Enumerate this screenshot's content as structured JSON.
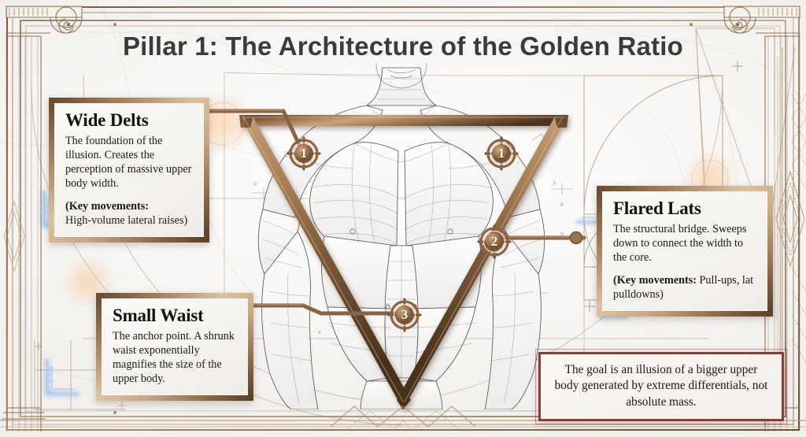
{
  "header": {
    "title": "Pillar 1: The Architecture of the Golden Ratio"
  },
  "callouts": [
    {
      "id": "delts",
      "title": "Wide Delts",
      "body": "The foundation of the illusion. Creates the perception of massive upper body width.",
      "key_label": "(Key movements:",
      "key_value": "High-volume lateral raises)"
    },
    {
      "id": "lats",
      "title": "Flared Lats",
      "body": "The structural bridge. Sweeps down to connect the width to the core.",
      "key_label": "(Key movements:",
      "key_value": "Pull-ups, lat pulldowns)"
    },
    {
      "id": "waist",
      "title": "Small Waist",
      "body": "The anchor point. A shrunk waist exponentially magnifies the size of the upper body.",
      "key_label": "",
      "key_value": ""
    }
  ],
  "markers": [
    {
      "label": "1",
      "name": "marker-left-delt"
    },
    {
      "label": "1",
      "name": "marker-right-delt"
    },
    {
      "label": "2",
      "name": "marker-lat"
    },
    {
      "label": "3",
      "name": "marker-waist"
    }
  ],
  "conclusion": {
    "text": "The goal is an illusion of a bigger upper body generated by extreme differentials, not absolute mass."
  },
  "colors": {
    "bronze_dark": "#6b4d33",
    "bronze_mid": "#9a7450",
    "bronze_light": "#dcc2a0",
    "accent_red": "#8d3b35",
    "glow_blue": "#4f8fd6",
    "ink": "#1a1714",
    "title_ink": "#3b3b3b",
    "paper": "#f6f4f1"
  },
  "decor": {
    "corner_ornament": "ionic-column-capital",
    "geometry_overlay": "golden-ratio-fibonacci-spiral",
    "center_figure": "anatomical-torso-wireframe",
    "shape_overlay": "inverted-triangle"
  }
}
